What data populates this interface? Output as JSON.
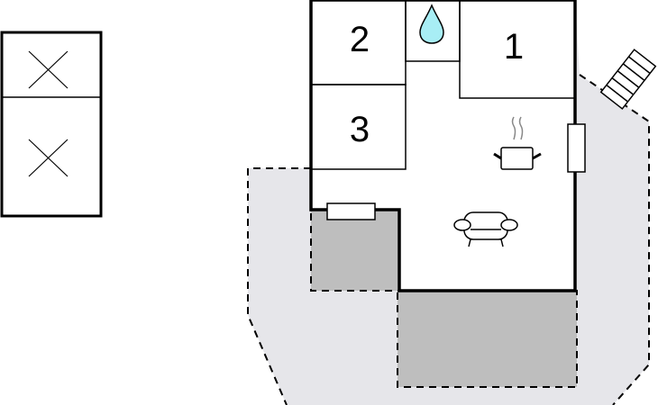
{
  "plan": {
    "rooms": [
      {
        "id": "bedroom-1",
        "label": "1"
      },
      {
        "id": "bedroom-2",
        "label": "2"
      },
      {
        "id": "bedroom-3",
        "label": "3"
      }
    ],
    "icons": [
      "water-drop-icon",
      "cooking-pot-icon",
      "armchair-icon",
      "stairs-icon",
      "bed-cross-icon"
    ],
    "colors": {
      "terrace": "#e6e6ea",
      "covered": "#bebebe",
      "water": "#a8eef5",
      "wall": "#000000"
    }
  }
}
